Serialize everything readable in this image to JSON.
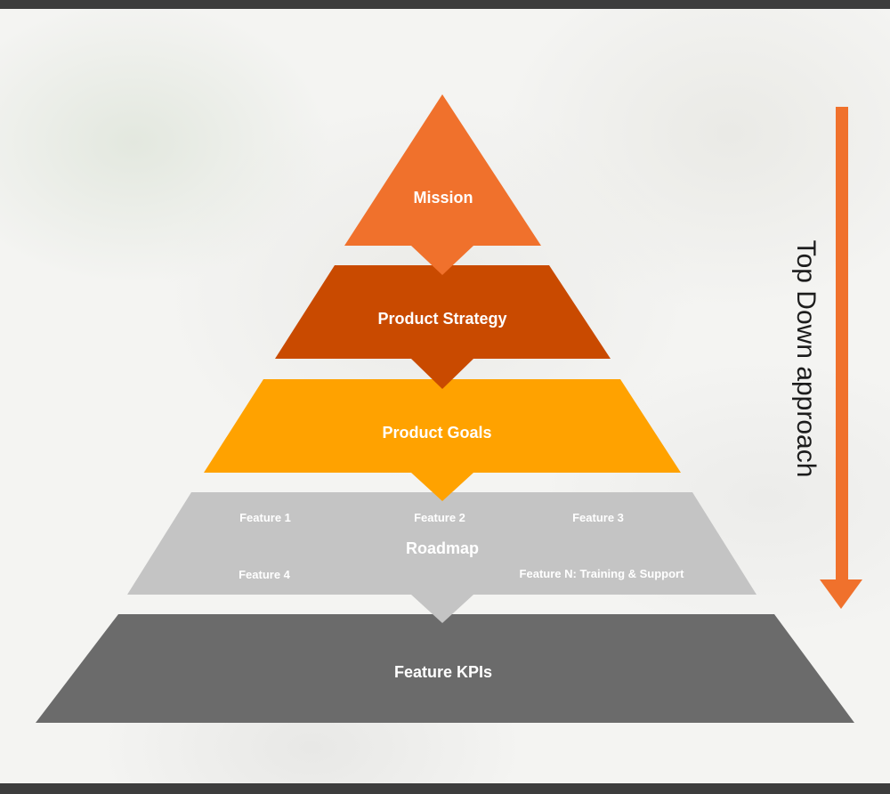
{
  "diagram": {
    "levels": [
      {
        "label": "Mission",
        "color": "#f0712c"
      },
      {
        "label": "Product Strategy",
        "color": "#c94a00"
      },
      {
        "label": "Product Goals",
        "color": "#ffa200"
      },
      {
        "label": "Roadmap",
        "color": "#c4c4c4",
        "features": [
          "Feature 1",
          "Feature 2",
          "Feature 3",
          "Feature 4",
          "Feature N: Training & Support"
        ]
      },
      {
        "label": "Feature KPIs",
        "color": "#6b6b6b"
      }
    ],
    "arrow": {
      "label": "Top Down approach",
      "color": "#f0712c"
    }
  }
}
